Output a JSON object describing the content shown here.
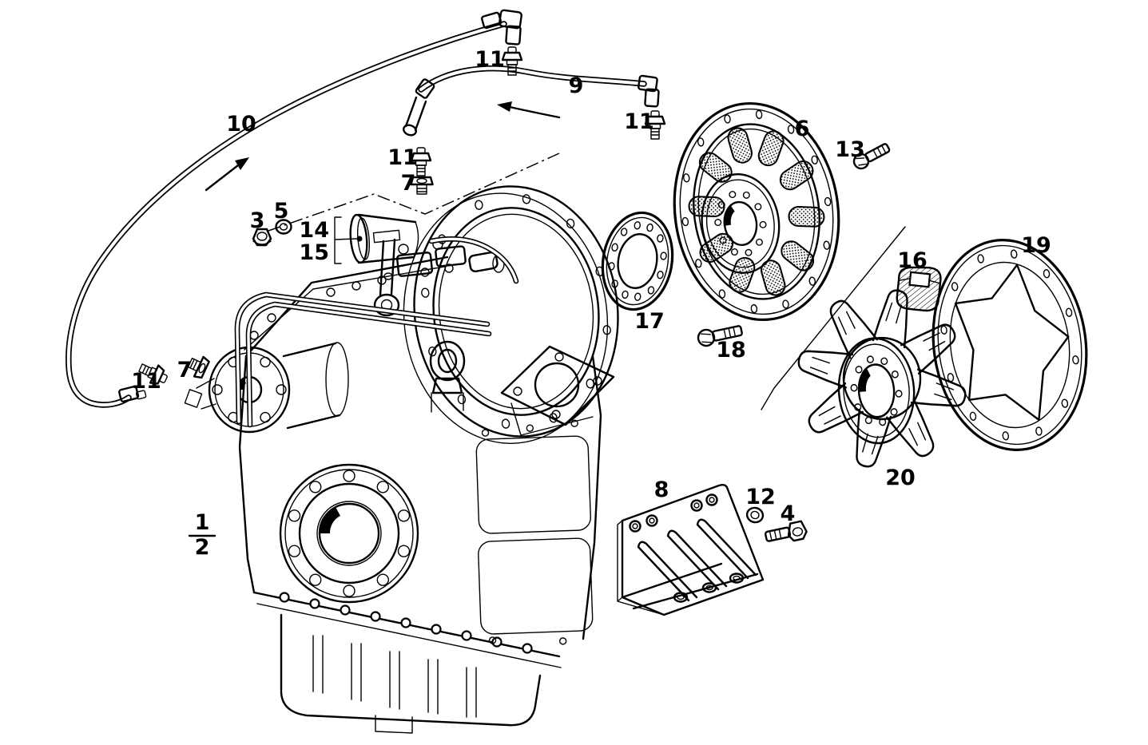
{
  "diagram": {
    "kind": "exploded-parts-line-drawing",
    "ink_color": "#000000",
    "paper_color": "#ffffff"
  },
  "callouts": [
    {
      "label": "10"
    },
    {
      "label": "11"
    },
    {
      "label": "9"
    },
    {
      "label": "11"
    },
    {
      "label": "11"
    },
    {
      "label": "7"
    },
    {
      "label": "3"
    },
    {
      "label": "5"
    },
    {
      "label": "14"
    },
    {
      "label": "15"
    },
    {
      "label": "6"
    },
    {
      "label": "13"
    },
    {
      "label": "17"
    },
    {
      "label": "18"
    },
    {
      "label": "16"
    },
    {
      "label": "19"
    },
    {
      "label": "20"
    },
    {
      "label": "8"
    },
    {
      "label": "12"
    },
    {
      "label": "4"
    },
    {
      "label": "11"
    },
    {
      "label": "7"
    },
    {
      "label": "1"
    },
    {
      "label": "2"
    }
  ]
}
